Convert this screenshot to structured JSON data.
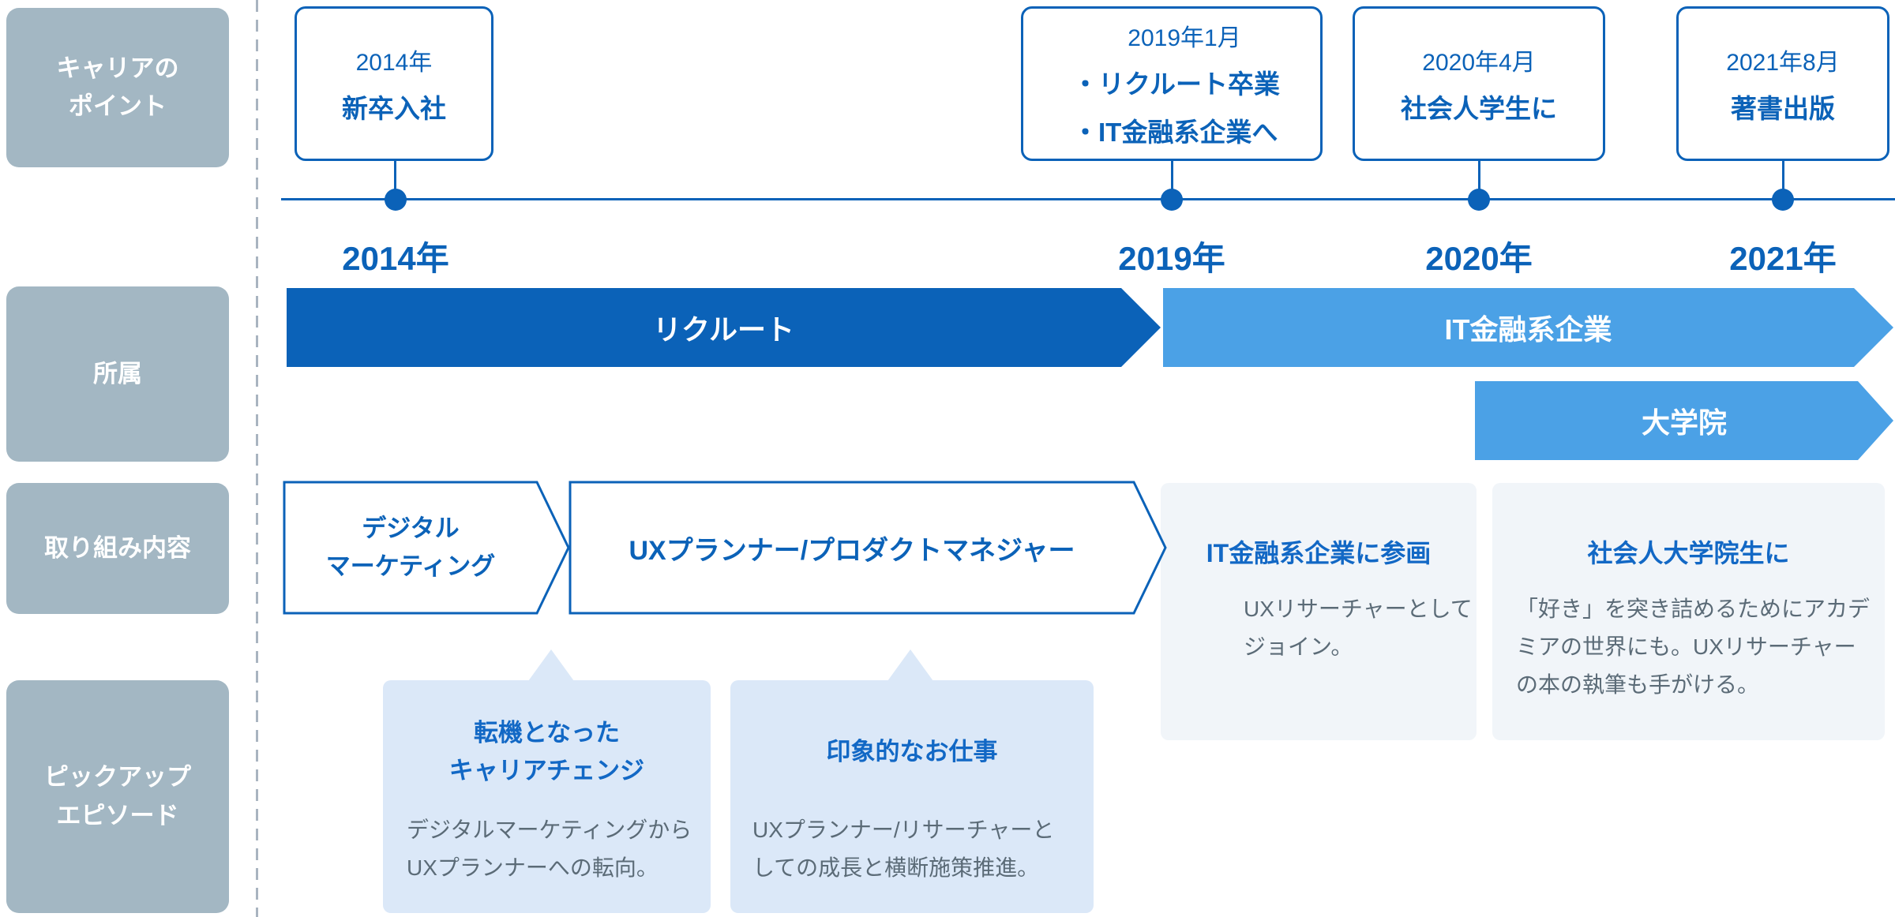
{
  "colors": {
    "primary_blue": "#0b62b8",
    "light_blue": "#4ba1e6",
    "sidebar_gray_blue": "#a3b7c3",
    "card_gray_bg": "#f1f5f9",
    "card_blue_bg": "#dbe8f8",
    "body_text_gray": "#5b6b77",
    "dash_gray": "#a9b4c0"
  },
  "sidebar": {
    "items": [
      {
        "id": "career-points",
        "lines": [
          "キャリアの",
          "ポイント"
        ]
      },
      {
        "id": "affiliation",
        "lines": [
          "所属"
        ]
      },
      {
        "id": "work-content",
        "lines": [
          "取り組み内容"
        ]
      },
      {
        "id": "pickup-episodes",
        "lines": [
          "ピックアップ",
          "エピソード"
        ]
      }
    ]
  },
  "timeline": {
    "milestones": [
      {
        "date": "2014年",
        "lines": [
          "新卒入社"
        ],
        "year_label": "2014年"
      },
      {
        "date": "2019年1月",
        "lines": [
          "・リクルート卒業",
          "・IT金融系企業へ"
        ],
        "year_label": "2019年"
      },
      {
        "date": "2020年4月",
        "lines": [
          "社会人学生に"
        ],
        "year_label": "2020年"
      },
      {
        "date": "2021年8月",
        "lines": [
          "著書出版"
        ],
        "year_label": "2021年"
      }
    ]
  },
  "affiliation": {
    "bars": [
      {
        "label": "リクルート",
        "color": "#0b62b8"
      },
      {
        "label": "IT金融系企業",
        "color": "#4ba1e6"
      },
      {
        "label": "大学院",
        "color": "#4ba1e6"
      }
    ]
  },
  "work": {
    "chevrons": [
      {
        "lines": [
          "デジタル",
          "マーケティング"
        ]
      },
      {
        "lines": [
          "UXプランナー/プロダクトマネジャー"
        ]
      }
    ],
    "cards": [
      {
        "title": "IT金融系企業に参画",
        "body": [
          "UXリサーチャーとして",
          "ジョイン。"
        ]
      },
      {
        "title": "社会人大学院生に",
        "body": [
          "「好き」を突き詰めるためにアカデ",
          "ミアの世界にも。UXリサーチャー",
          "の本の執筆も手がける。"
        ]
      }
    ]
  },
  "episodes": {
    "cards": [
      {
        "title": [
          "転機となった",
          "キャリアチェンジ"
        ],
        "body": [
          "デジタルマーケティングから",
          "UXプランナーへの転向。"
        ]
      },
      {
        "title": [
          "印象的なお仕事"
        ],
        "body": [
          "UXプランナー/リサーチャーと",
          "しての成長と横断施策推進。"
        ]
      }
    ]
  }
}
